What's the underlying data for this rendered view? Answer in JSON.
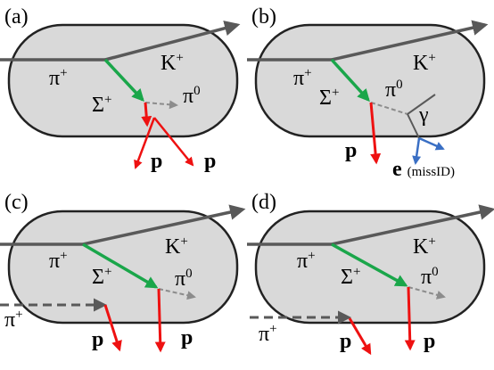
{
  "panels": [
    {
      "label": "(a)",
      "pion_in": "π",
      "pion_sign": "+",
      "kaon": "K",
      "kaon_sign": "+",
      "sigma": "Σ",
      "sigma_sign": "+",
      "pi0": "π",
      "pi0_sign": "0",
      "p1": "p",
      "p2": "p"
    },
    {
      "label": "(b)",
      "pion_in": "π",
      "pion_sign": "+",
      "kaon": "K",
      "kaon_sign": "+",
      "sigma": "Σ",
      "sigma_sign": "+",
      "pi0": "π",
      "pi0_sign": "0",
      "gamma": "γ",
      "p1": "p",
      "electron": "e",
      "electron_note": "(missID)"
    },
    {
      "label": "(c)",
      "pion_in": "π",
      "pion_sign": "+",
      "kaon": "K",
      "kaon_sign": "+",
      "sigma": "Σ",
      "sigma_sign": "+",
      "pi0": "π",
      "pi0_sign": "0",
      "pion2": "π",
      "pion2_sign": "+",
      "p1": "p",
      "p2": "p"
    },
    {
      "label": "(d)",
      "pion_in": "π",
      "pion_sign": "+",
      "kaon": "K",
      "kaon_sign": "+",
      "sigma": "Σ",
      "sigma_sign": "+",
      "pi0": "π",
      "pi0_sign": "0",
      "pion2": "π",
      "pion2_sign": "+",
      "p1": "p",
      "p2": "p"
    }
  ],
  "colors": {
    "background_box": "#d9d9d9",
    "pion_track": "#595959",
    "sigma_track": "#1aa64a",
    "proton_track": "#ee1111",
    "pi0_track": "#8c8c8c",
    "electron_track": "#3a6fc4"
  }
}
